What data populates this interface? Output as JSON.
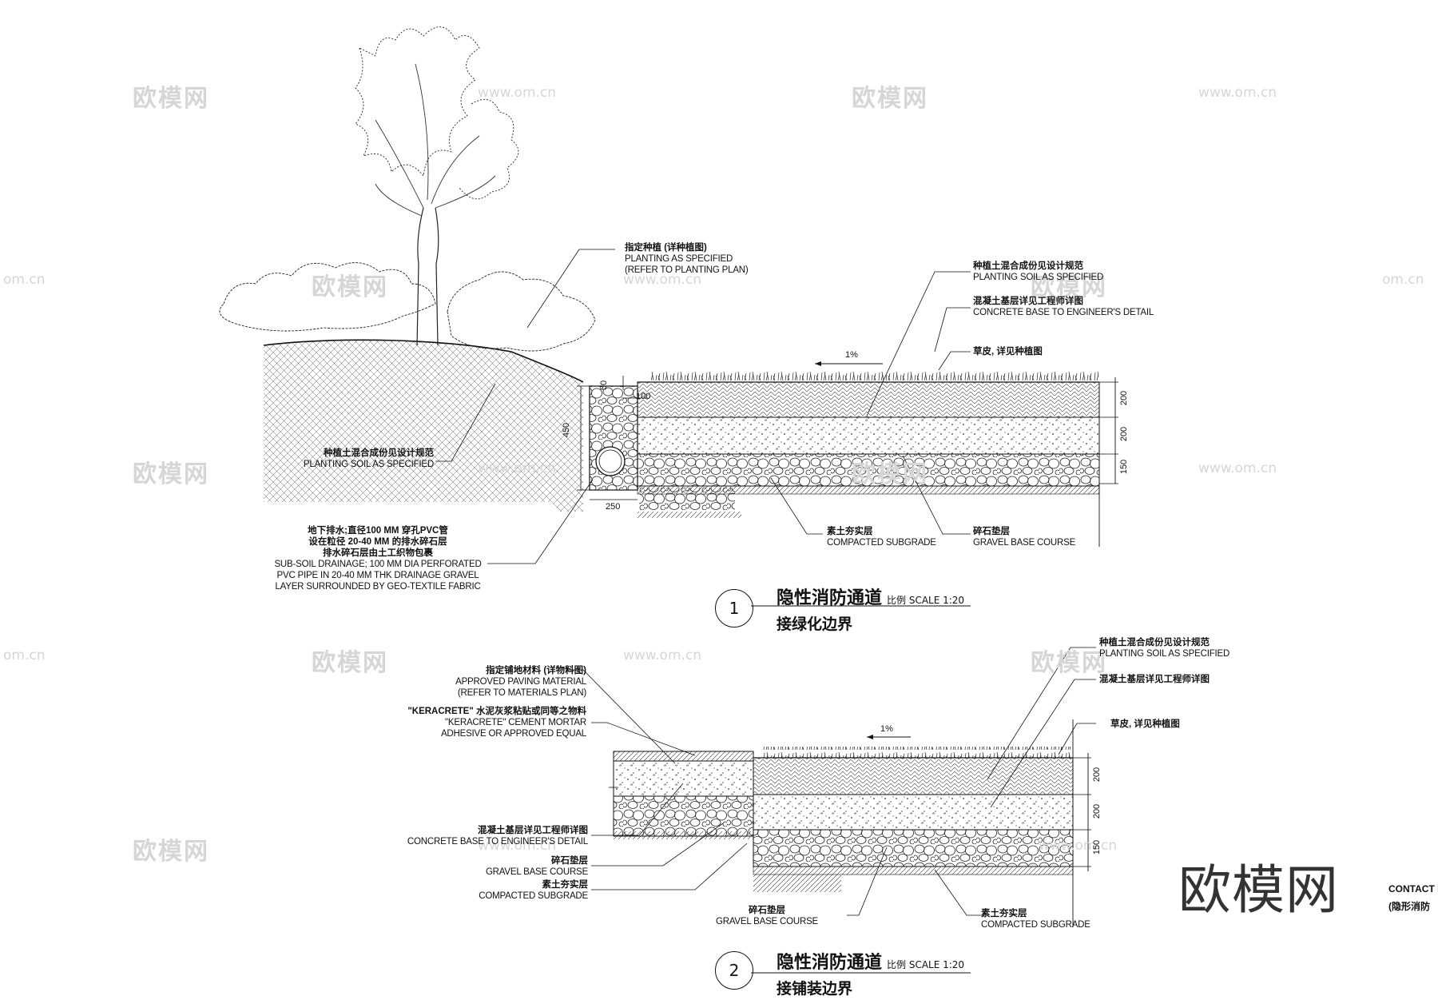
{
  "watermarks": {
    "cn": "欧模网",
    "url": "www.om.cn",
    "url_partial": "om.cn",
    "logo_text": "欧模网"
  },
  "detail1": {
    "number": "1",
    "title": "隐性消防通道",
    "scale": "比例 SCALE 1:20",
    "subtitle": "接绿化边界",
    "slope": "1%",
    "labels": {
      "planting": {
        "cn": "指定种植 (详种植图)",
        "en1": "PLANTING AS SPECIFIED",
        "en2": "(REFER TO PLANTING PLAN)"
      },
      "soil_right": {
        "cn": "种植土混合成份见设计规范",
        "en": "PLANTING SOIL AS SPECIFIED"
      },
      "concrete": {
        "cn": "混凝土基层详见工程师详图",
        "en": "CONCRETE BASE TO ENGINEER'S DETAIL"
      },
      "turf": {
        "cn": "草皮, 详见种植图"
      },
      "soil_left": {
        "cn": "种植土混合成份见设计规范",
        "en": "PLANTING SOIL AS SPECIFIED"
      },
      "drainage": {
        "cn1": "地下排水;直径100 MM 穿孔PVC管",
        "cn2": "设在粒径 20-40 MM 的排水碎石层",
        "cn3": "排水碎石层由土工织物包裹",
        "en1": "SUB-SOIL DRAINAGE;  100 MM DIA PERFORATED",
        "en2": "PVC PIPE IN 20-40 MM THK DRAINAGE GRAVEL",
        "en3": "LAYER SURROUNDED BY GEO-TEXTILE FABRIC"
      },
      "subgrade": {
        "cn": "素土夯实层",
        "en": "COMPACTED SUBGRADE"
      },
      "gravel": {
        "cn": "碎石垫层",
        "en": "GRAVEL BASE COURSE"
      }
    },
    "dims": {
      "d50": "50",
      "d100": "100",
      "d450": "450",
      "d250": "250",
      "r200a": "200",
      "r200b": "200",
      "r150": "150"
    }
  },
  "detail2": {
    "number": "2",
    "title": "隐性消防通道",
    "scale": "比例 SCALE 1:20",
    "subtitle": "接铺装边界",
    "slope": "1%",
    "labels": {
      "paving": {
        "cn": "指定铺地材料 (详物料图)",
        "en1": "APPROVED PAVING MATERIAL",
        "en2": "(REFER TO MATERIALS PLAN)"
      },
      "keracrete": {
        "cn": "\"KERACRETE\" 水泥灰浆粘贴或同等之物料",
        "en1": "\"KERACRETE\" CEMENT MORTAR",
        "en2": "ADHESIVE OR APPROVED EQUAL"
      },
      "soil_right": {
        "cn": "种植土混合成份见设计规范",
        "en": "PLANTING SOIL AS SPECIFIED"
      },
      "concrete_right": {
        "cn": "混凝土基层详见工程师详图"
      },
      "turf": {
        "cn": "草皮, 详见种植图"
      },
      "concrete_left": {
        "cn": "混凝土基层详见工程师详图",
        "en": "CONCRETE BASE TO ENGINEER'S DETAIL"
      },
      "gravel_left": {
        "cn": "碎石垫层",
        "en": "GRAVEL BASE COURSE"
      },
      "subgrade_left": {
        "cn": "素土夯实层",
        "en": "COMPACTED SUBGRADE"
      },
      "gravel_bottom": {
        "cn": "碎石垫层",
        "en": "GRAVEL BASE COURSE"
      },
      "subgrade_bottom": {
        "cn": "素土夯实层",
        "en": "COMPACTED SUBGRADE"
      }
    },
    "dims": {
      "r200a": "200",
      "r200b": "200",
      "r150": "150"
    }
  },
  "contact": {
    "line1": "CONTACT F",
    "line2": "(隐形消防"
  }
}
